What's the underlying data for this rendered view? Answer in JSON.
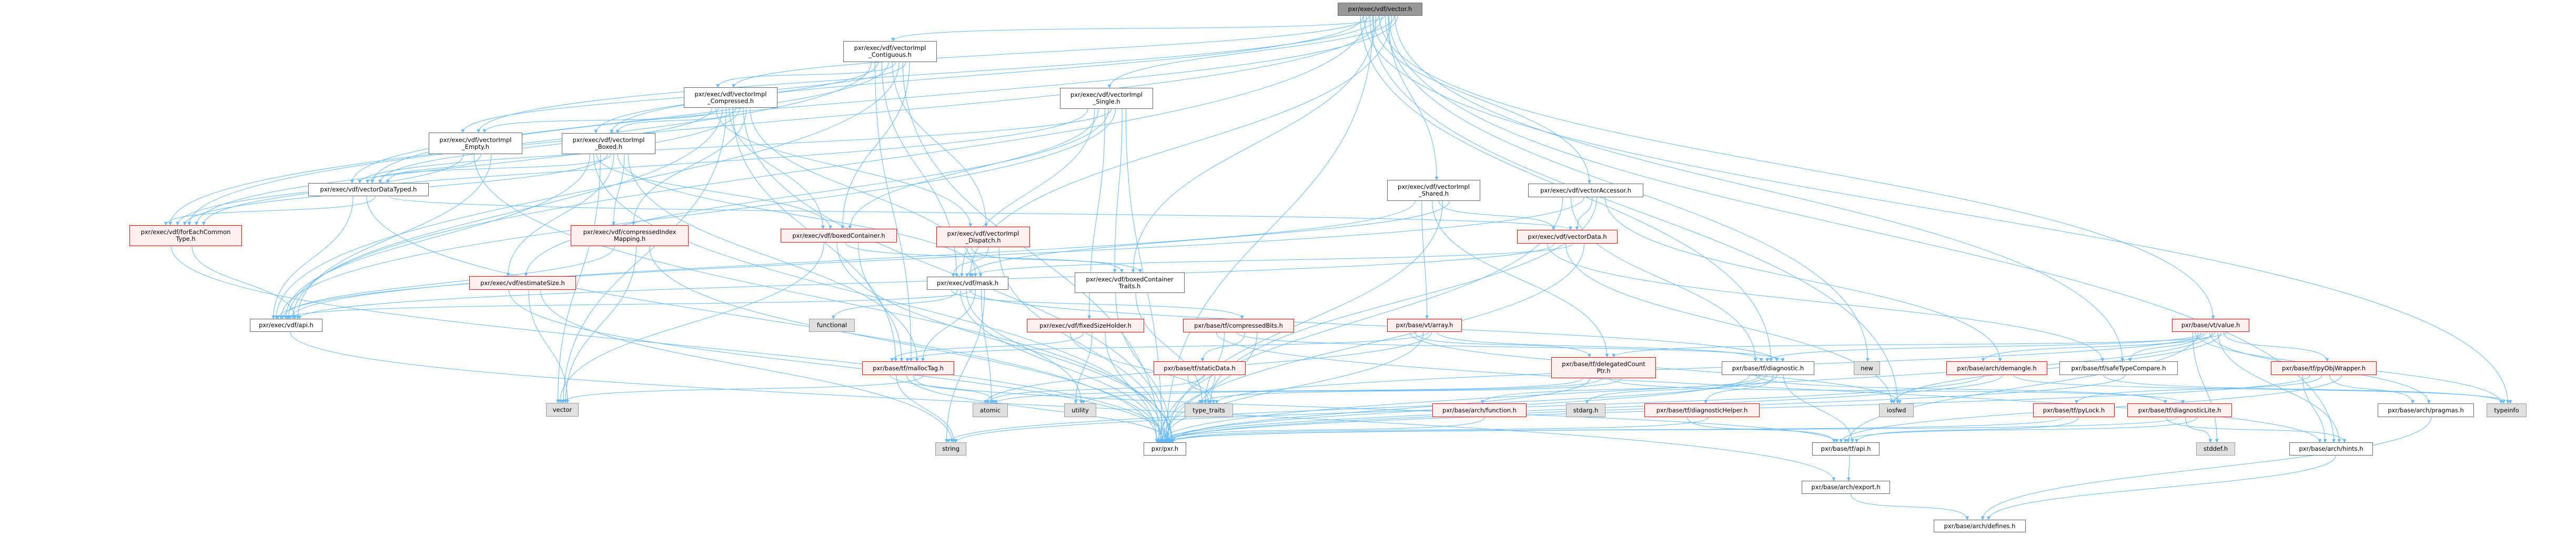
{
  "graph": {
    "title": "pxr/exec/vdf/vector.h",
    "colors": {
      "edge": "#63b8ff",
      "root_fill": "#999999",
      "red_border": "#ff0000",
      "red_fill": "#fff0f0",
      "sys_fill": "#e0e0e0"
    },
    "nodes": [
      {
        "id": "vector_h",
        "label": "pxr/exec/vdf/vector.h",
        "kind": "root"
      },
      {
        "id": "contiguous",
        "label": "pxr/exec/vdf/vectorImpl\n_Contiguous.h",
        "kind": "normal"
      },
      {
        "id": "compressed",
        "label": "pxr/exec/vdf/vectorImpl\n_Compressed.h",
        "kind": "normal"
      },
      {
        "id": "single",
        "label": "pxr/exec/vdf/vectorImpl\n_Single.h",
        "kind": "normal"
      },
      {
        "id": "empty",
        "label": "pxr/exec/vdf/vectorImpl\n_Empty.h",
        "kind": "normal"
      },
      {
        "id": "boxed",
        "label": "pxr/exec/vdf/vectorImpl\n_Boxed.h",
        "kind": "normal"
      },
      {
        "id": "shared",
        "label": "pxr/exec/vdf/vectorImpl\n_Shared.h",
        "kind": "normal"
      },
      {
        "id": "accessor",
        "label": "pxr/exec/vdf/vectorAccessor.h",
        "kind": "normal"
      },
      {
        "id": "dataTyped",
        "label": "pxr/exec/vdf/vectorDataTyped.h",
        "kind": "normal"
      },
      {
        "id": "forEach",
        "label": "pxr/exec/vdf/forEachCommon\nType.h",
        "kind": "red"
      },
      {
        "id": "cim",
        "label": "pxr/exec/vdf/compressedIndex\nMapping.h",
        "kind": "red"
      },
      {
        "id": "boxedContainer",
        "label": "pxr/exec/vdf/boxedContainer.h",
        "kind": "red"
      },
      {
        "id": "dispatch",
        "label": "pxr/exec/vdf/vectorImpl\n_Dispatch.h",
        "kind": "red"
      },
      {
        "id": "vectorData",
        "label": "pxr/exec/vdf/vectorData.h",
        "kind": "red"
      },
      {
        "id": "estimateSize",
        "label": "pxr/exec/vdf/estimateSize.h",
        "kind": "red"
      },
      {
        "id": "mask",
        "label": "pxr/exec/vdf/mask.h",
        "kind": "normal"
      },
      {
        "id": "bct",
        "label": "pxr/exec/vdf/boxedContainer\nTraits.h",
        "kind": "normal"
      },
      {
        "id": "functional",
        "label": "functional",
        "kind": "sys"
      },
      {
        "id": "vdfApi",
        "label": "pxr/exec/vdf/api.h",
        "kind": "normal"
      },
      {
        "id": "array",
        "label": "pxr/base/vt/array.h",
        "kind": "red"
      },
      {
        "id": "fsh",
        "label": "pxr/exec/vdf/fixedSizeHolder.h",
        "kind": "red"
      },
      {
        "id": "cbits",
        "label": "pxr/base/tf/compressedBits.h",
        "kind": "red"
      },
      {
        "id": "value",
        "label": "pxr/base/vt/value.h",
        "kind": "red"
      },
      {
        "id": "mallocTag",
        "label": "pxr/base/tf/mallocTag.h",
        "kind": "red"
      },
      {
        "id": "staticData",
        "label": "pxr/base/tf/staticData.h",
        "kind": "red"
      },
      {
        "id": "dcp",
        "label": "pxr/base/tf/delegatedCount\nPtr.h",
        "kind": "red"
      },
      {
        "id": "diagnostic",
        "label": "pxr/base/tf/diagnostic.h",
        "kind": "normal"
      },
      {
        "id": "new",
        "label": "new",
        "kind": "sys"
      },
      {
        "id": "demangle",
        "label": "pxr/base/arch/demangle.h",
        "kind": "red"
      },
      {
        "id": "stc",
        "label": "pxr/base/tf/safeTypeCompare.h",
        "kind": "normal"
      },
      {
        "id": "pow",
        "label": "pxr/base/tf/pyObjWrapper.h",
        "kind": "red"
      },
      {
        "id": "vector",
        "label": "vector",
        "kind": "sys"
      },
      {
        "id": "atomic",
        "label": "atomic",
        "kind": "sys"
      },
      {
        "id": "utility",
        "label": "utility",
        "kind": "sys"
      },
      {
        "id": "type_traits",
        "label": "type_traits",
        "kind": "sys"
      },
      {
        "id": "function",
        "label": "pxr/base/arch/function.h",
        "kind": "red"
      },
      {
        "id": "stdarg",
        "label": "stdarg.h",
        "kind": "sys"
      },
      {
        "id": "dhelper",
        "label": "pxr/base/tf/diagnosticHelper.h",
        "kind": "red"
      },
      {
        "id": "iosfwd",
        "label": "iosfwd",
        "kind": "sys"
      },
      {
        "id": "pyLock",
        "label": "pxr/base/tf/pyLock.h",
        "kind": "red"
      },
      {
        "id": "dlite",
        "label": "pxr/base/tf/diagnosticLite.h",
        "kind": "red"
      },
      {
        "id": "pragmas",
        "label": "pxr/base/arch/pragmas.h",
        "kind": "normal"
      },
      {
        "id": "typeinfo",
        "label": "typeinfo",
        "kind": "sys"
      },
      {
        "id": "string",
        "label": "string",
        "kind": "sys"
      },
      {
        "id": "pxr",
        "label": "pxr/pxr.h",
        "kind": "normal"
      },
      {
        "id": "tfApi",
        "label": "pxr/base/tf/api.h",
        "kind": "normal"
      },
      {
        "id": "stddef",
        "label": "stddef.h",
        "kind": "sys"
      },
      {
        "id": "hints",
        "label": "pxr/base/arch/hints.h",
        "kind": "normal"
      },
      {
        "id": "export",
        "label": "pxr/base/arch/export.h",
        "kind": "normal"
      },
      {
        "id": "defines",
        "label": "pxr/base/arch/defines.h",
        "kind": "normal"
      }
    ],
    "edges": [
      [
        "vector_h",
        "contiguous"
      ],
      [
        "vector_h",
        "compressed"
      ],
      [
        "vector_h",
        "single"
      ],
      [
        "vector_h",
        "empty"
      ],
      [
        "vector_h",
        "boxed"
      ],
      [
        "vector_h",
        "shared"
      ],
      [
        "vector_h",
        "accessor"
      ],
      [
        "vector_h",
        "dataTyped"
      ],
      [
        "vector_h",
        "forEach"
      ],
      [
        "vector_h",
        "vdfApi"
      ],
      [
        "vector_h",
        "mask"
      ],
      [
        "vector_h",
        "bct"
      ],
      [
        "vector_h",
        "diagnostic"
      ],
      [
        "vector_h",
        "new"
      ],
      [
        "vector_h",
        "iosfwd"
      ],
      [
        "vector_h",
        "stc"
      ],
      [
        "vector_h",
        "value"
      ],
      [
        "vector_h",
        "typeinfo"
      ],
      [
        "vector_h",
        "hints"
      ],
      [
        "vector_h",
        "pxr"
      ],
      [
        "contiguous",
        "compressed"
      ],
      [
        "contiguous",
        "boxed"
      ],
      [
        "contiguous",
        "empty"
      ],
      [
        "contiguous",
        "dataTyped"
      ],
      [
        "contiguous",
        "forEach"
      ],
      [
        "contiguous",
        "vdfApi"
      ],
      [
        "contiguous",
        "mask"
      ],
      [
        "contiguous",
        "boxedContainer"
      ],
      [
        "contiguous",
        "dispatch"
      ],
      [
        "contiguous",
        "mallocTag"
      ],
      [
        "contiguous",
        "pxr"
      ],
      [
        "compressed",
        "boxed"
      ],
      [
        "compressed",
        "empty"
      ],
      [
        "compressed",
        "cim"
      ],
      [
        "compressed",
        "boxedContainer"
      ],
      [
        "compressed",
        "dataTyped"
      ],
      [
        "compressed",
        "forEach"
      ],
      [
        "compressed",
        "vdfApi"
      ],
      [
        "compressed",
        "mask"
      ],
      [
        "compressed",
        "mallocTag"
      ],
      [
        "compressed",
        "dispatch"
      ],
      [
        "compressed",
        "pxr"
      ],
      [
        "compressed",
        "vector"
      ],
      [
        "single",
        "dataTyped"
      ],
      [
        "single",
        "mask"
      ],
      [
        "single",
        "bct"
      ],
      [
        "single",
        "fsh"
      ],
      [
        "single",
        "forEach"
      ],
      [
        "single",
        "vdfApi"
      ],
      [
        "single",
        "boxedContainer"
      ],
      [
        "single",
        "pxr"
      ],
      [
        "single",
        "estimateSize"
      ],
      [
        "empty",
        "dataTyped"
      ],
      [
        "empty",
        "forEach"
      ],
      [
        "empty",
        "vdfApi"
      ],
      [
        "empty",
        "pxr"
      ],
      [
        "boxed",
        "estimateSize"
      ],
      [
        "boxed",
        "boxedContainer"
      ],
      [
        "boxed",
        "cim"
      ],
      [
        "boxed",
        "forEach"
      ],
      [
        "boxed",
        "vdfApi"
      ],
      [
        "boxed",
        "mask"
      ],
      [
        "boxed",
        "vector"
      ],
      [
        "boxed",
        "mallocTag"
      ],
      [
        "boxed",
        "dataTyped"
      ],
      [
        "boxed",
        "pxr"
      ],
      [
        "dataTyped",
        "forEach"
      ],
      [
        "dataTyped",
        "vdfApi"
      ],
      [
        "dataTyped",
        "vectorData"
      ],
      [
        "dataTyped",
        "pxr"
      ],
      [
        "shared",
        "vectorData"
      ],
      [
        "shared",
        "array"
      ],
      [
        "shared",
        "mask"
      ],
      [
        "shared",
        "dcp"
      ],
      [
        "shared",
        "vdfApi"
      ],
      [
        "shared",
        "pxr"
      ],
      [
        "accessor",
        "vectorData"
      ],
      [
        "accessor",
        "diagnostic"
      ],
      [
        "accessor",
        "demangle"
      ],
      [
        "accessor",
        "vdfApi"
      ],
      [
        "accessor",
        "pxr"
      ],
      [
        "accessor",
        "type_traits"
      ],
      [
        "forEach",
        "vdfApi"
      ],
      [
        "forEach",
        "pxr"
      ],
      [
        "cim",
        "vector"
      ],
      [
        "cim",
        "vdfApi"
      ],
      [
        "cim",
        "pxr"
      ],
      [
        "boxedContainer",
        "bct"
      ],
      [
        "boxedContainer",
        "vector"
      ],
      [
        "boxedContainer",
        "mallocTag"
      ],
      [
        "boxedContainer",
        "pxr"
      ],
      [
        "dispatch",
        "mask"
      ],
      [
        "dispatch",
        "bct"
      ],
      [
        "dispatch",
        "pxr"
      ],
      [
        "vectorData",
        "mask"
      ],
      [
        "vectorData",
        "vdfApi"
      ],
      [
        "vectorData",
        "pxr"
      ],
      [
        "vectorData",
        "iosfwd"
      ],
      [
        "vectorData",
        "stc"
      ],
      [
        "estimateSize",
        "vector"
      ],
      [
        "estimateSize",
        "pxr"
      ],
      [
        "estimateSize",
        "string"
      ],
      [
        "mask",
        "vdfApi"
      ],
      [
        "mask",
        "functional"
      ],
      [
        "mask",
        "atomic"
      ],
      [
        "mask",
        "utility"
      ],
      [
        "mask",
        "cbits"
      ],
      [
        "mask",
        "mallocTag"
      ],
      [
        "mask",
        "pxr"
      ],
      [
        "mask",
        "string"
      ],
      [
        "mask",
        "diagnostic"
      ],
      [
        "bct",
        "type_traits"
      ],
      [
        "bct",
        "pxr"
      ],
      [
        "array",
        "mallocTag"
      ],
      [
        "array",
        "dcp"
      ],
      [
        "array",
        "diagnostic"
      ],
      [
        "array",
        "pxr"
      ],
      [
        "array",
        "iosfwd"
      ],
      [
        "array",
        "atomic"
      ],
      [
        "fsh",
        "utility"
      ],
      [
        "fsh",
        "type_traits"
      ],
      [
        "fsh",
        "pxr"
      ],
      [
        "fsh",
        "mallocTag"
      ],
      [
        "cbits",
        "staticData"
      ],
      [
        "cbits",
        "type_traits"
      ],
      [
        "cbits",
        "pxr"
      ],
      [
        "cbits",
        "diagnostic"
      ],
      [
        "cbits",
        "hints"
      ],
      [
        "value",
        "demangle"
      ],
      [
        "value",
        "stc"
      ],
      [
        "value",
        "pow"
      ],
      [
        "value",
        "pragmas"
      ],
      [
        "value",
        "typeinfo"
      ],
      [
        "value",
        "hints"
      ],
      [
        "value",
        "diagnostic"
      ],
      [
        "value",
        "dcp"
      ],
      [
        "value",
        "pxr"
      ],
      [
        "value",
        "tfApi"
      ],
      [
        "value",
        "iosfwd"
      ],
      [
        "value",
        "type_traits"
      ],
      [
        "value",
        "stddef"
      ],
      [
        "mallocTag",
        "atomic"
      ],
      [
        "mallocTag",
        "string"
      ],
      [
        "mallocTag",
        "vector"
      ],
      [
        "mallocTag",
        "pxr"
      ],
      [
        "mallocTag",
        "tfApi"
      ],
      [
        "staticData",
        "atomic"
      ],
      [
        "staticData",
        "type_traits"
      ],
      [
        "staticData",
        "pxr"
      ],
      [
        "dcp",
        "dlite"
      ],
      [
        "dcp",
        "pxr"
      ],
      [
        "dcp",
        "type_traits"
      ],
      [
        "dcp",
        "utility"
      ],
      [
        "dcp",
        "atomic"
      ],
      [
        "diagnostic",
        "dhelper"
      ],
      [
        "diagnostic",
        "dlite"
      ],
      [
        "diagnostic",
        "tfApi"
      ],
      [
        "diagnostic",
        "string"
      ],
      [
        "diagnostic",
        "pxr"
      ],
      [
        "diagnostic",
        "stdarg"
      ],
      [
        "diagnostic",
        "function"
      ],
      [
        "demangle",
        "pxr"
      ],
      [
        "demangle",
        "string"
      ],
      [
        "demangle",
        "typeinfo"
      ],
      [
        "stc",
        "pxr"
      ],
      [
        "stc",
        "typeinfo"
      ],
      [
        "pow",
        "pragmas"
      ],
      [
        "pow",
        "pxr"
      ],
      [
        "pow",
        "tfApi"
      ],
      [
        "pow",
        "pyLock"
      ],
      [
        "pow",
        "hints"
      ],
      [
        "pyLock",
        "tfApi"
      ],
      [
        "pyLock",
        "pxr"
      ],
      [
        "dlite",
        "stddef"
      ],
      [
        "dlite",
        "hints"
      ],
      [
        "dlite",
        "tfApi"
      ],
      [
        "dlite",
        "pxr"
      ],
      [
        "pragmas",
        "defines"
      ],
      [
        "tfApi",
        "export"
      ],
      [
        "export",
        "defines"
      ],
      [
        "dhelper",
        "pxr"
      ],
      [
        "dhelper",
        "tfApi"
      ],
      [
        "function",
        "pxr"
      ],
      [
        "hints",
        "defines"
      ],
      [
        "vdfApi",
        "export"
      ]
    ]
  }
}
